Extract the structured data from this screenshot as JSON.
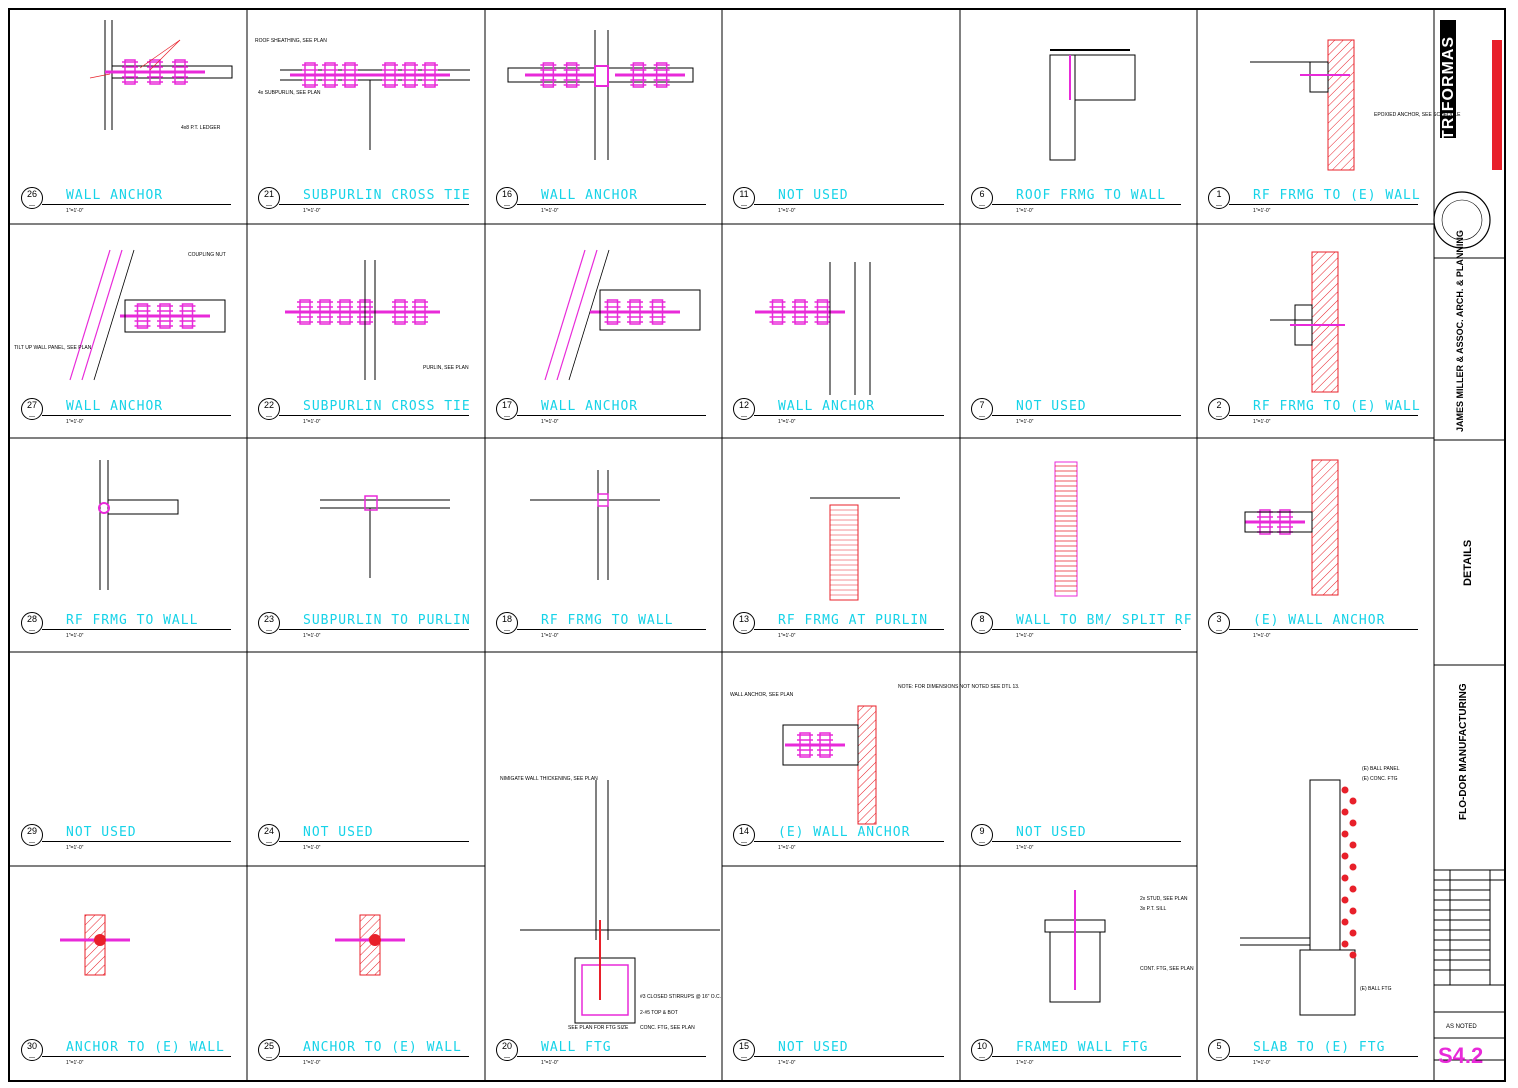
{
  "details": [
    {
      "num": "26",
      "title": "WALL ANCHOR",
      "scale": "1\"=1'-0\"",
      "col": 0,
      "row": 0
    },
    {
      "num": "21",
      "title": "SUBPURLIN CROSS TIE",
      "scale": "1\"=1'-0\"",
      "col": 1,
      "row": 0
    },
    {
      "num": "16",
      "title": "WALL ANCHOR",
      "scale": "1\"=1'-0\"",
      "col": 2,
      "row": 0
    },
    {
      "num": "11",
      "title": "NOT USED",
      "scale": "1\"=1'-0\"",
      "col": 3,
      "row": 0
    },
    {
      "num": "6",
      "title": "ROOF FRMG TO WALL",
      "scale": "1\"=1'-0\"",
      "col": 4,
      "row": 0
    },
    {
      "num": "1",
      "title": "RF FRMG TO (E) WALL",
      "scale": "1\"=1'-0\"",
      "col": 5,
      "row": 0
    },
    {
      "num": "27",
      "title": "WALL ANCHOR",
      "scale": "1\"=1'-0\"",
      "col": 0,
      "row": 1
    },
    {
      "num": "22",
      "title": "SUBPURLIN CROSS TIE",
      "scale": "1\"=1'-0\"",
      "col": 1,
      "row": 1
    },
    {
      "num": "17",
      "title": "WALL ANCHOR",
      "scale": "1\"=1'-0\"",
      "col": 2,
      "row": 1
    },
    {
      "num": "12",
      "title": "WALL ANCHOR",
      "scale": "1\"=1'-0\"",
      "col": 3,
      "row": 1
    },
    {
      "num": "7",
      "title": "NOT USED",
      "scale": "1\"=1'-0\"",
      "col": 4,
      "row": 1
    },
    {
      "num": "2",
      "title": "RF FRMG TO (E) WALL",
      "scale": "1\"=1'-0\"",
      "col": 5,
      "row": 1
    },
    {
      "num": "28",
      "title": "RF FRMG TO WALL",
      "scale": "1\"=1'-0\"",
      "col": 0,
      "row": 2
    },
    {
      "num": "23",
      "title": "SUBPURLIN TO PURLIN",
      "scale": "1\"=1'-0\"",
      "col": 1,
      "row": 2
    },
    {
      "num": "18",
      "title": "RF FRMG TO WALL",
      "scale": "1\"=1'-0\"",
      "col": 2,
      "row": 2
    },
    {
      "num": "13",
      "title": "RF FRMG AT PURLIN",
      "scale": "1\"=1'-0\"",
      "col": 3,
      "row": 2
    },
    {
      "num": "8",
      "title": "WALL TO BM/ SPLIT RF",
      "scale": "1\"=1'-0\"",
      "col": 4,
      "row": 2
    },
    {
      "num": "3",
      "title": "(E) WALL ANCHOR",
      "scale": "1\"=1'-0\"",
      "col": 5,
      "row": 2
    },
    {
      "num": "29",
      "title": "NOT USED",
      "scale": "1\"=1'-0\"",
      "col": 0,
      "row": 3
    },
    {
      "num": "24",
      "title": "NOT USED",
      "scale": "1\"=1'-0\"",
      "col": 1,
      "row": 3
    },
    {
      "num": "14",
      "title": "(E) WALL ANCHOR",
      "scale": "1\"=1'-0\"",
      "col": 3,
      "row": 3
    },
    {
      "num": "9",
      "title": "NOT USED",
      "scale": "1\"=1'-0\"",
      "col": 4,
      "row": 3
    },
    {
      "num": "30",
      "title": "ANCHOR TO (E) WALL",
      "scale": "1\"=1'-0\"",
      "col": 0,
      "row": 4
    },
    {
      "num": "25",
      "title": "ANCHOR TO (E) WALL",
      "scale": "1\"=1'-0\"",
      "col": 1,
      "row": 4
    },
    {
      "num": "20",
      "title": "WALL FTG",
      "scale": "1\"=1'-0\"",
      "col": 2,
      "row": 4
    },
    {
      "num": "15",
      "title": "NOT USED",
      "scale": "1\"=1'-0\"",
      "col": 3,
      "row": 4
    },
    {
      "num": "10",
      "title": "FRAMED WALL FTG",
      "scale": "1\"=1'-0\"",
      "col": 4,
      "row": 4
    },
    {
      "num": "5",
      "title": "SLAB TO (E) FTG",
      "scale": "1\"=1'-0\"",
      "col": 5,
      "row": 4
    }
  ],
  "title_block": {
    "firm_logo": "TRIFORMAS",
    "architect": "JAMES MILLER & ASSOC. ARCH. & PLANNING",
    "sheet_title": "DETAILS",
    "project": "FLO-DOR MANUFACTURING",
    "sheet_number": "S4.2",
    "scale": "AS NOTED"
  },
  "labels": {
    "ball_panel": "(E) BALL PANEL",
    "conc_ftg": "(E) CONC. FTG",
    "ball_ftg": "(E) BALL FTG",
    "see_plan": "SEE PLAN FOR FTG SIZE",
    "conc_ftg_plan": "CONC. FTG, SEE PLAN",
    "closed_stirrups": "#3 CLOSED STIRRUPS @ 16\" O.C.",
    "top_bot": "2-#5 TOP & BOT",
    "roof_sheathing": "ROOF SHEATHING, SEE PLAN",
    "subpurlin": "4x SUBPURLIN, SEE PLAN",
    "purlin": "PURLIN, SEE PLAN",
    "ledger": "4x8 P.T. LEDGER",
    "wall_anchor": "WALL ANCHOR, SEE PLAN",
    "tilt_up": "TILT UP WALL PANEL, SEE PLAN",
    "coupling_nut": "COUPLING NUT",
    "epoxied": "EPOXIED ANCHOR, SEE SCHEDULE",
    "note_dims": "NOTE: FOR DIMENSIONS NOT NOTED SEE DTL 13.",
    "cont_ftg": "CONT. FTG, SEE PLAN",
    "stud_wall": "2x STUD, SEE PLAN",
    "pt_sill": "3x P.T. SILL",
    "slab_thickening": "NIMIGATE WALL THICKENING, SEE PLAN"
  },
  "colors": {
    "title": "#17d3e8",
    "magenta": "#e82ad9",
    "leader": "#e8202a",
    "line": "#000000"
  }
}
